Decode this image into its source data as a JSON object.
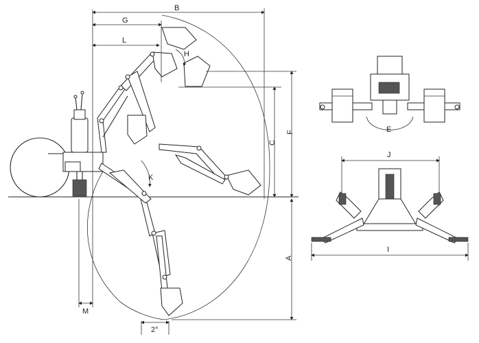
{
  "labels": {
    "a": "A",
    "b": "B",
    "c": "C",
    "e": "E",
    "f": "F",
    "g": "G",
    "h": "H",
    "i": "I",
    "j": "J",
    "k": "K",
    "l": "L",
    "m": "M",
    "swing": "2°"
  },
  "colors": {
    "line": "#222222",
    "fill": "#ffffff",
    "shade": "#555555"
  }
}
